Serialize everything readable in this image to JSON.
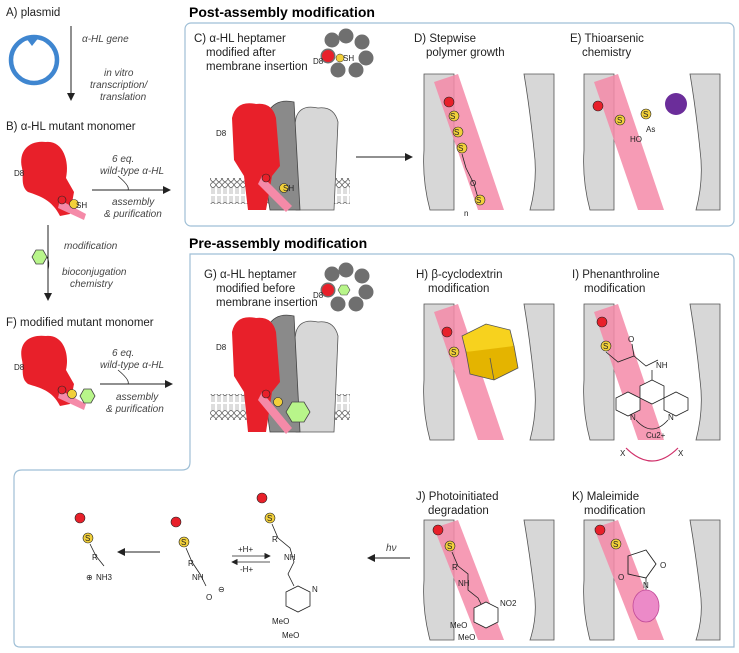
{
  "labels": {
    "a": "A) plasmid",
    "b": "B) α-HL mutant monomer",
    "f": "F) modified mutant monomer",
    "c1": "C) α-HL heptamer",
    "c2": "modified after",
    "c3": "membrane insertion",
    "d1": "D) Stepwise",
    "d2": "polymer growth",
    "e1": "E) Thioarsenic",
    "e2": "chemistry",
    "g1": "G) α-HL heptamer",
    "g2": "modified before",
    "g3": "membrane insertion",
    "h1": "H) β-cyclodextrin",
    "h2": "modification",
    "i1": "I) Phenanthroline",
    "i2": "modification",
    "j1": "J) Photoinitiated",
    "j2": "degradation",
    "k1": "K) Maleimide",
    "k2": "modification"
  },
  "headings": {
    "post": "Post-assembly modification",
    "pre": "Pre-assembly modification"
  },
  "arrow_labels": {
    "gene": "α-HL gene",
    "ivt1": "in vitro",
    "ivt2": "transcription/",
    "ivt3": "translation",
    "eq_b": "6 eq.",
    "wt_b": "wild-type α-HL",
    "asm_b1": "assembly",
    "asm_b2": "& purification",
    "mod": "modification",
    "bio1": "bioconjugation",
    "bio2": "chemistry",
    "eq_f": "6 eq.",
    "wt_f": "wild-type α-HL",
    "asm_f1": "assembly",
    "asm_f2": "& purification",
    "hv": "hν"
  },
  "chem": {
    "d8": "D8",
    "s": "S",
    "sh": "SH",
    "n": "n",
    "as": "As",
    "ho": "HO",
    "r": "R",
    "nh": "NH",
    "nh3": "NH3",
    "plus": "⊕",
    "minus": "⊖",
    "o": "O",
    "n2": "N",
    "no2": "NO2",
    "meo": "MeO",
    "cu": "Cu2+",
    "x": "X",
    "hplus": "+H+",
    "hminus": "-H+"
  },
  "colors": {
    "red": "#e8202a",
    "pink": "#f58aa8",
    "gray_dark": "#6f6f6f",
    "gray_light": "#d7d7d7",
    "sulfur": "#f2d03a",
    "green": "#b8f58a",
    "purple": "#6b2d9a",
    "cyclodextrin": "#f7d21e",
    "plasmid": "#3f86d0"
  }
}
